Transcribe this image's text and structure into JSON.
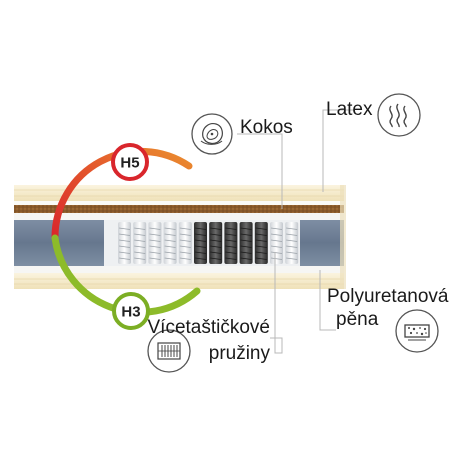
{
  "labels": {
    "kokos": "Kokos",
    "latex": "Latex",
    "polyurethane_line1": "Polyuretanová",
    "polyurethane_line2": "pěna",
    "springs_line1": "Vícetaštičkové",
    "springs_line2": "pružiny"
  },
  "hardness": {
    "top": "H5",
    "bottom": "H3"
  },
  "icons": [
    "coconut-icon",
    "latex-waves-icon",
    "foam-icon",
    "springs-icon"
  ],
  "colors": {
    "top_arc_start": "#d9262c",
    "top_arc_end": "#e98a2e",
    "bottom_arc": "#8dbb2a",
    "badge_stroke_top": "#d9262c",
    "badge_stroke_bottom": "#7cae24",
    "core_blue": "#6d7d93",
    "coconut": "#8a5a2b",
    "latex_cream": "#f3e8c6",
    "line_gray": "#b8b8b8"
  }
}
